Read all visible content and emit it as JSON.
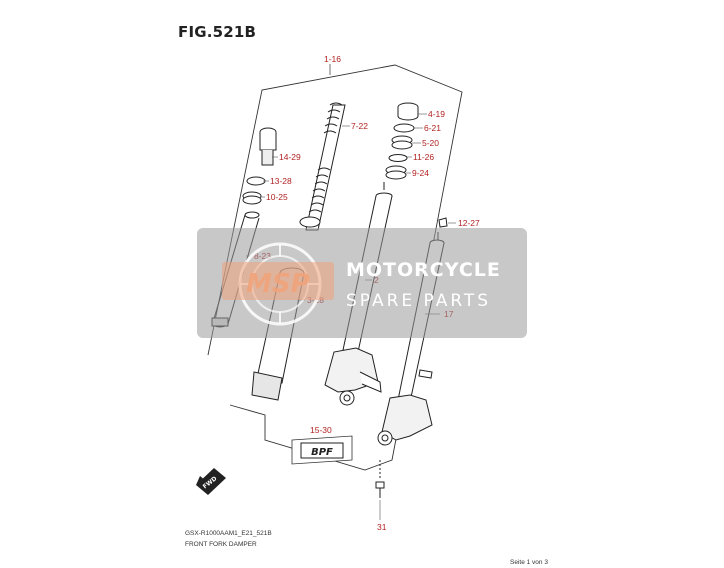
{
  "figure": {
    "title": "FIG.521B"
  },
  "labels": {
    "l_1_16": "1-16",
    "l_7_22": "7-22",
    "l_14_29": "14-29",
    "l_13_28": "13-28",
    "l_10_25": "10-25",
    "l_8_23": "8-23",
    "l_3_18": "3-18",
    "l_4_19": "4-19",
    "l_6_21": "6-21",
    "l_5_20": "5-20",
    "l_11_26": "11-26",
    "l_9_24": "9-24",
    "l_12_27": "12-27",
    "l_2": "2",
    "l_17": "17",
    "l_15_30": "15-30",
    "l_31": "31"
  },
  "decal_text": "BPF",
  "fwd_text": "FWD",
  "watermark": {
    "logo": "MSP",
    "line1": "MOTORCYCLE",
    "line2": "SPARE PARTS"
  },
  "footer": {
    "model_code": "GSX-R1000AAM1_E21_521B",
    "name": "FRONT FORK DAMPER",
    "page": "Seite 1 von 3"
  },
  "colors": {
    "label": "#b22222",
    "line": "#222222",
    "watermark_bg": "#9a9a9a",
    "watermark_logo": "#f0a27a"
  }
}
